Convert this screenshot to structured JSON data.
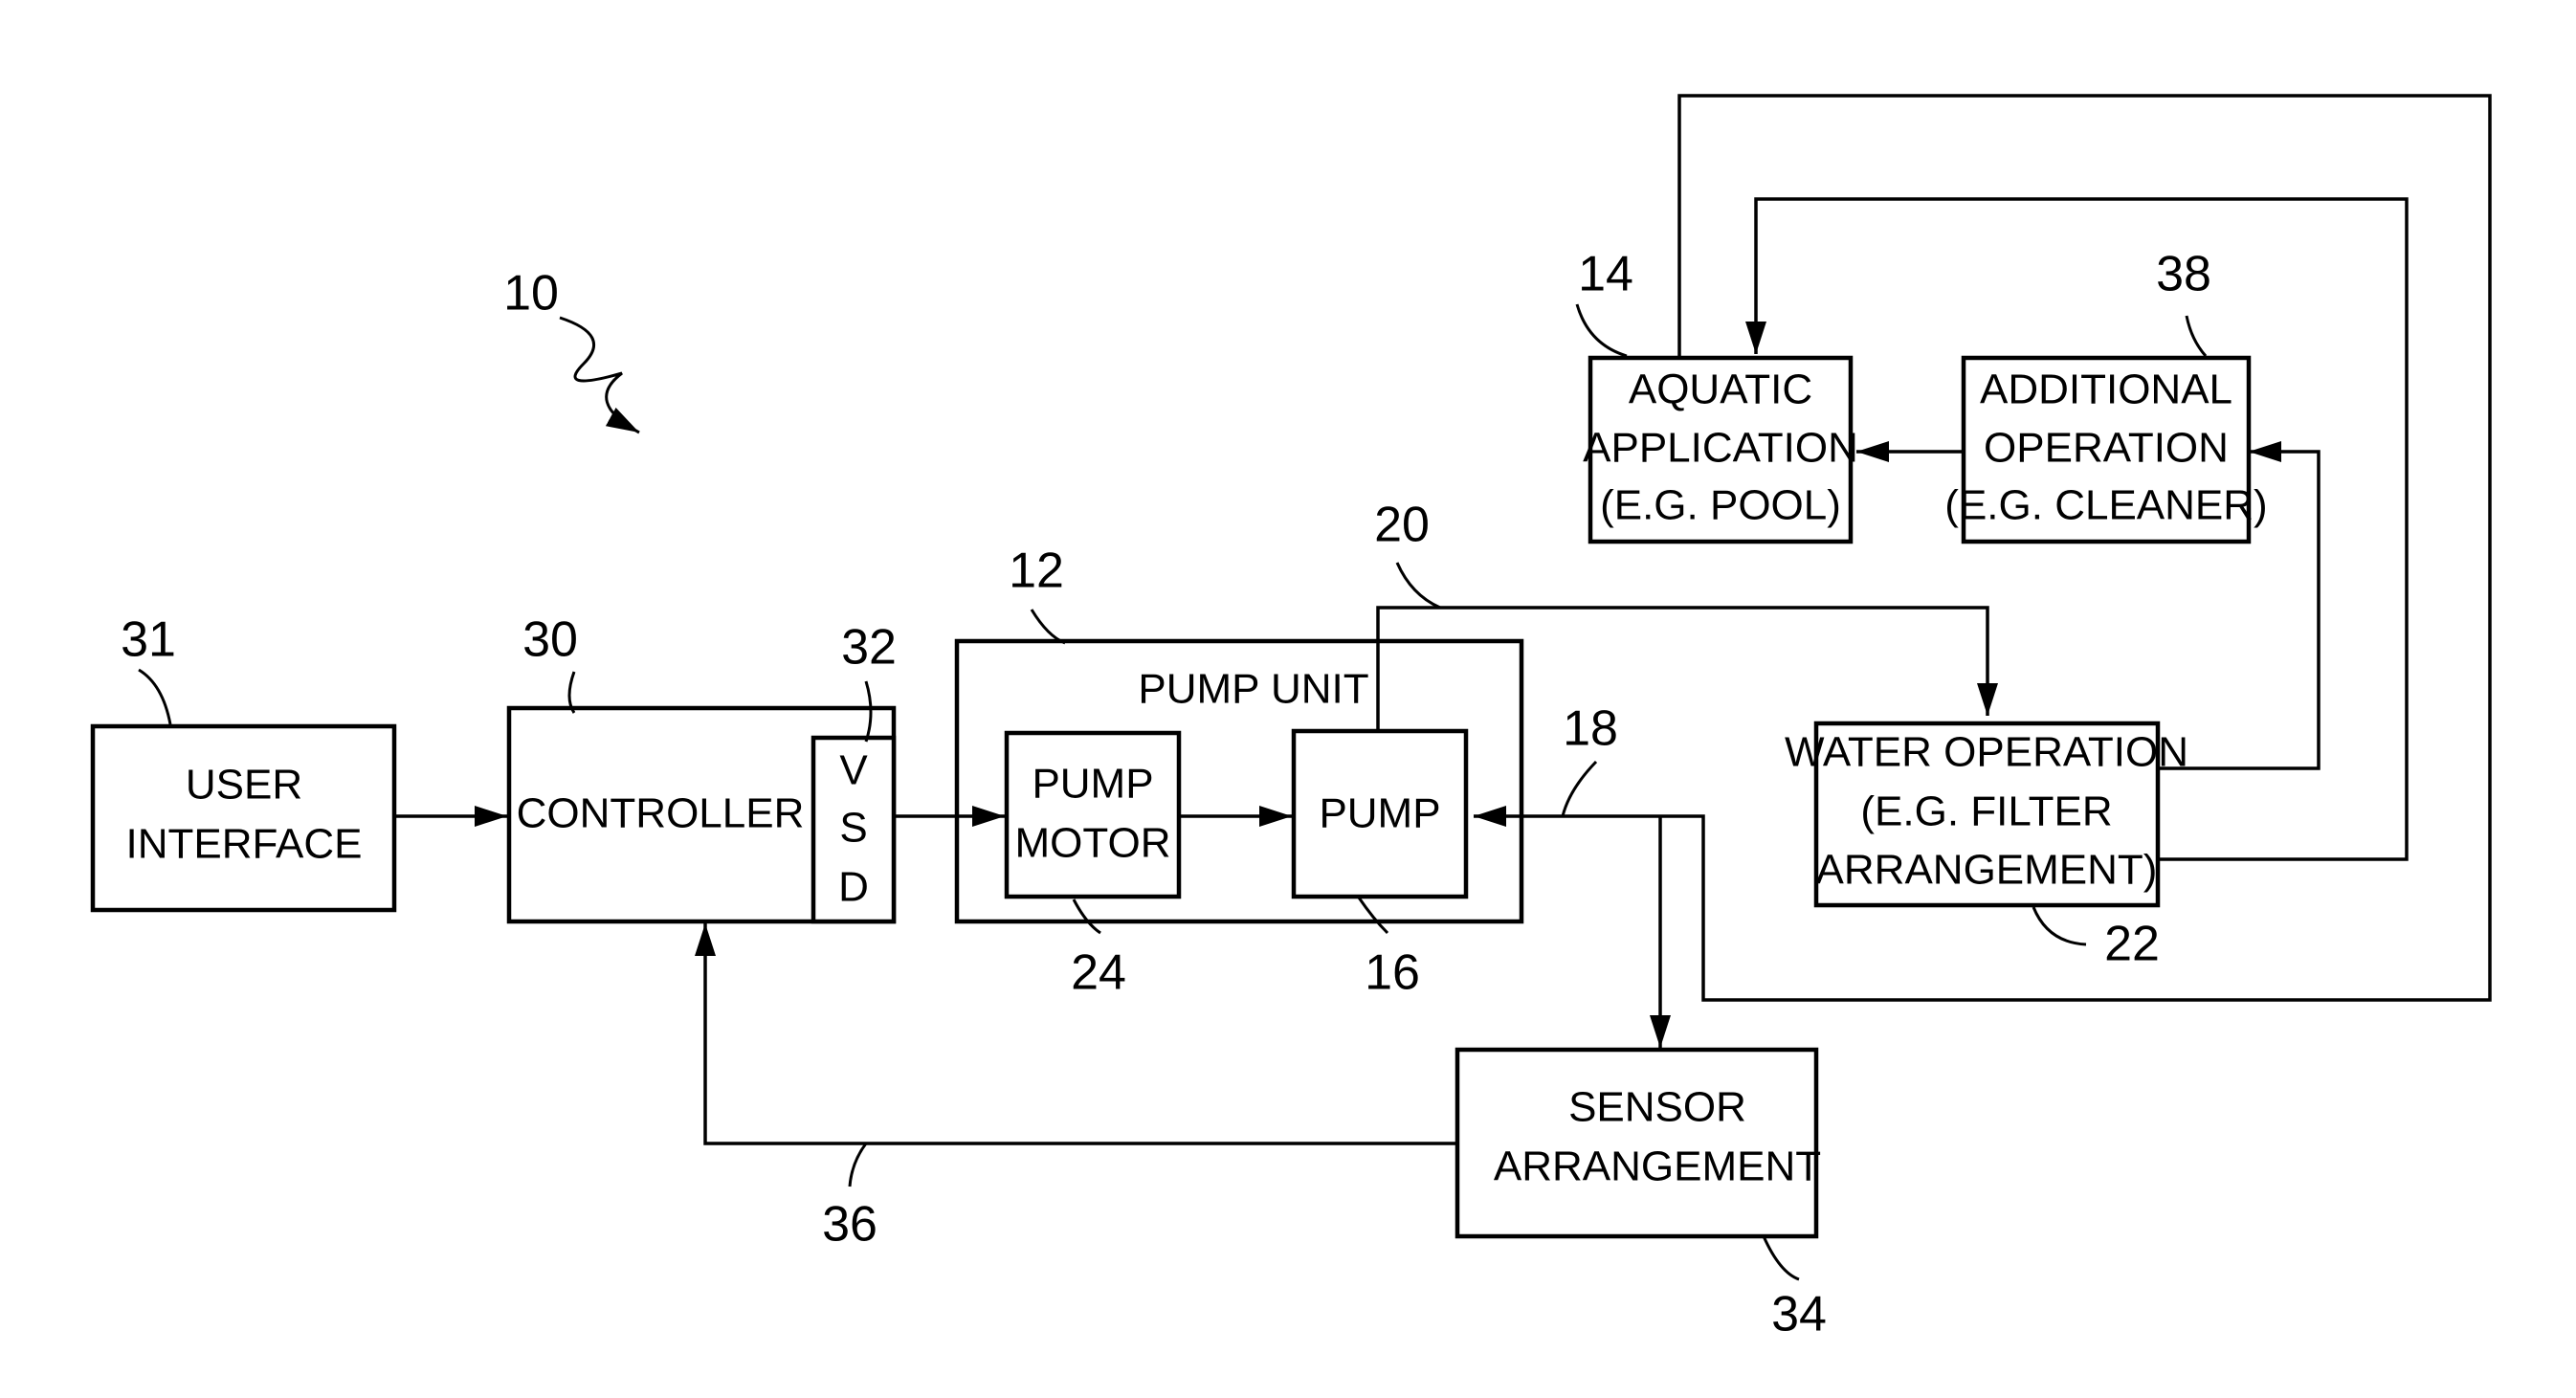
{
  "figure_ref": "10",
  "blocks": {
    "user_interface": {
      "lines": [
        "USER",
        "INTERFACE"
      ],
      "ref": "31"
    },
    "controller": {
      "lines": [
        "CONTROLLER"
      ],
      "ref": "30"
    },
    "vsd": {
      "lines": [
        "V",
        "S",
        "D"
      ],
      "ref": "32"
    },
    "pump_unit": {
      "lines": [
        "PUMP UNIT"
      ],
      "ref": "12"
    },
    "pump_motor": {
      "lines": [
        "PUMP",
        "MOTOR"
      ],
      "ref": "24"
    },
    "pump": {
      "lines": [
        "PUMP"
      ],
      "ref": "16"
    },
    "aquatic_application": {
      "lines": [
        "AQUATIC",
        "APPLICATION",
        "(E.G. POOL)"
      ],
      "ref": "14"
    },
    "additional_operation": {
      "lines": [
        "ADDITIONAL",
        "OPERATION",
        "(E.G. CLEANER)"
      ],
      "ref": "38"
    },
    "water_operation": {
      "lines": [
        "WATER OPERATION",
        "(E.G. FILTER",
        "ARRANGEMENT)"
      ],
      "ref": "22"
    },
    "sensor_arrangement": {
      "lines": [
        "SENSOR",
        "ARRANGEMENT"
      ],
      "ref": "34"
    }
  },
  "connections": {
    "pump_outlet": {
      "ref": "20"
    },
    "pump_inlet": {
      "ref": "18"
    },
    "sensor_feedback": {
      "ref": "36"
    }
  }
}
